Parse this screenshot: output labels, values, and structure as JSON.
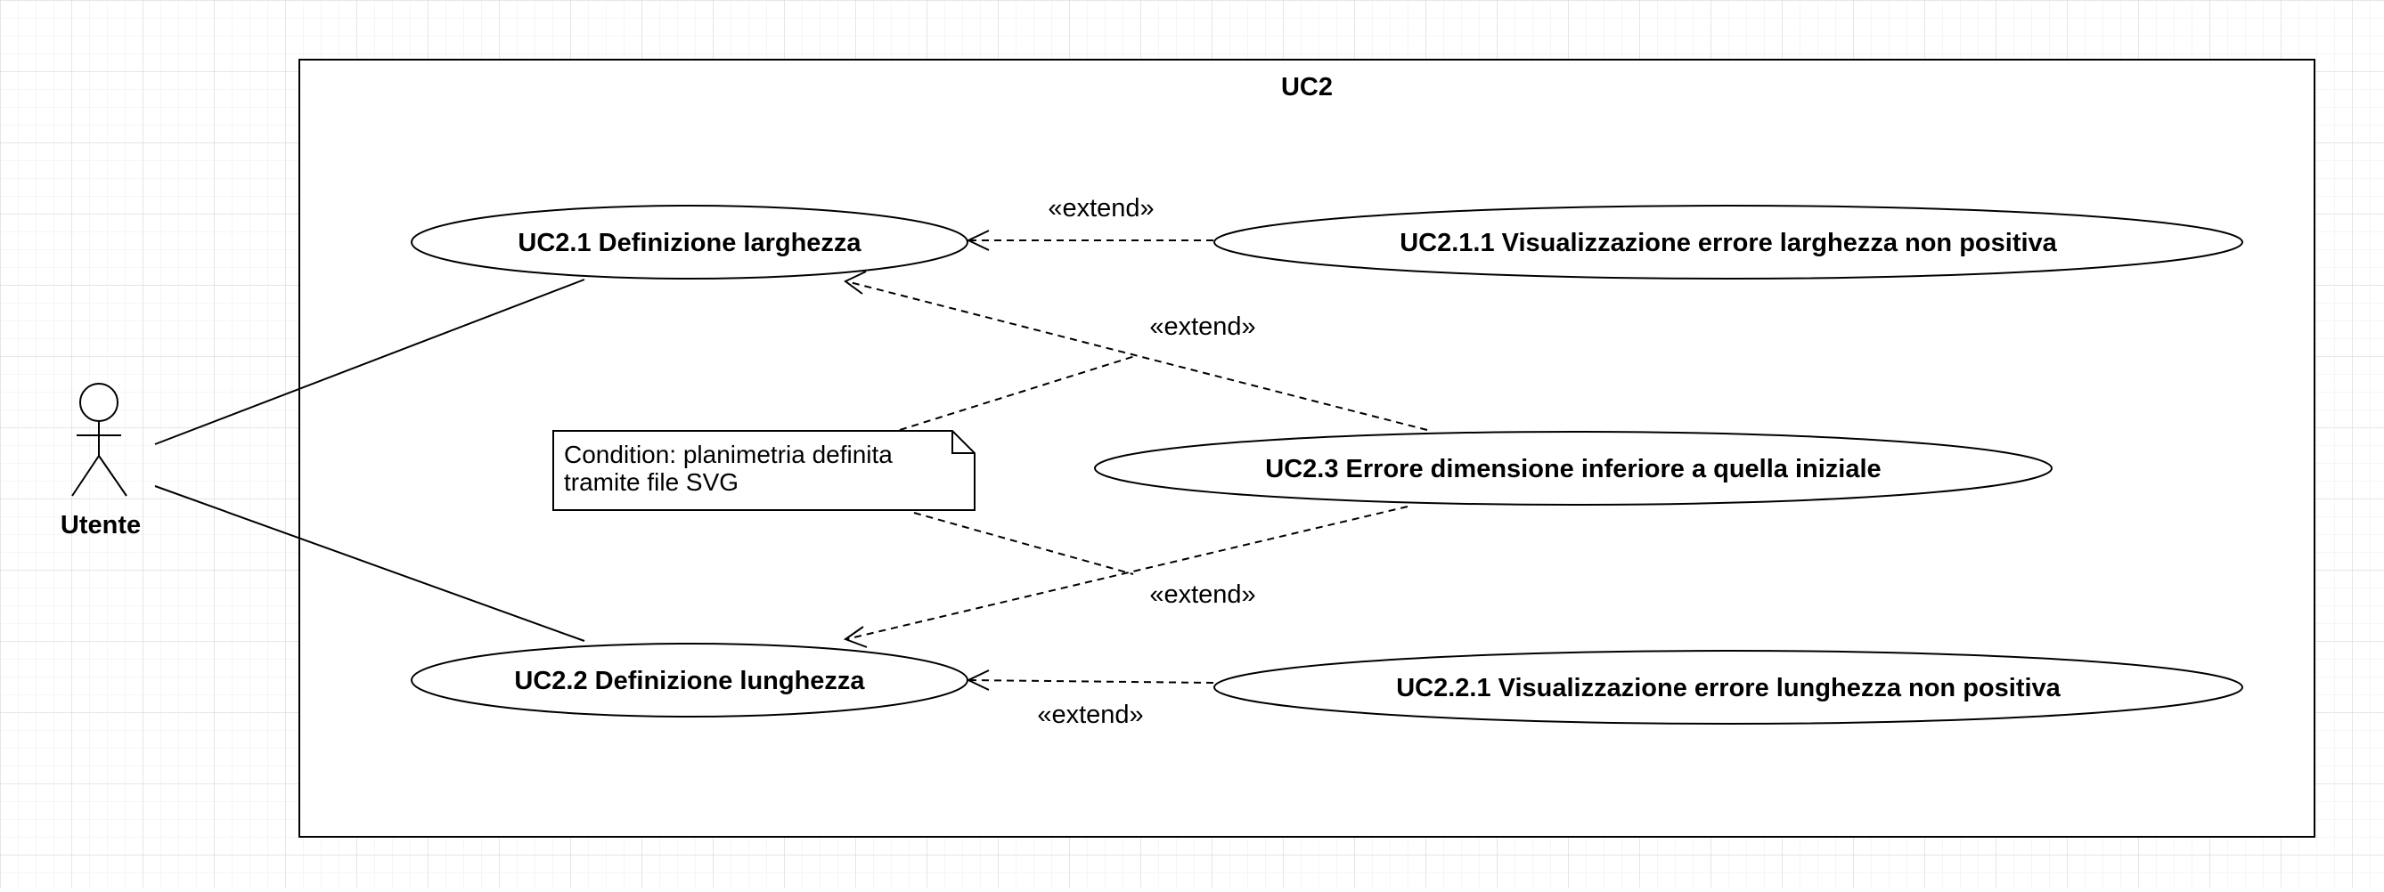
{
  "diagram": {
    "system_title": "UC2",
    "actor": {
      "label": "Utente",
      "icon": "stick-figure-icon"
    },
    "use_cases": {
      "uc2_1": "UC2.1 Definizione larghezza",
      "uc2_2": "UC2.2 Definizione lunghezza",
      "uc2_1_1": "UC2.1.1 Visualizzazione errore larghezza non positiva",
      "uc2_2_1": "UC2.2.1 Visualizzazione errore lunghezza non positiva",
      "uc2_3": "UC2.3 Errore dimensione inferiore a quella iniziale"
    },
    "relations": {
      "extend_uc2_1_1": "«extend»",
      "extend_uc2_3_to_uc2_1": "«extend»",
      "extend_uc2_3_to_uc2_2": "«extend»",
      "extend_uc2_2_1": "«extend»"
    },
    "note": {
      "line1": "Condition: planimetria definita",
      "line2": "tramite file SVG"
    },
    "colors": {
      "stroke": "#000000",
      "grid": "#e6e6e6",
      "background": "#ffffff"
    }
  }
}
